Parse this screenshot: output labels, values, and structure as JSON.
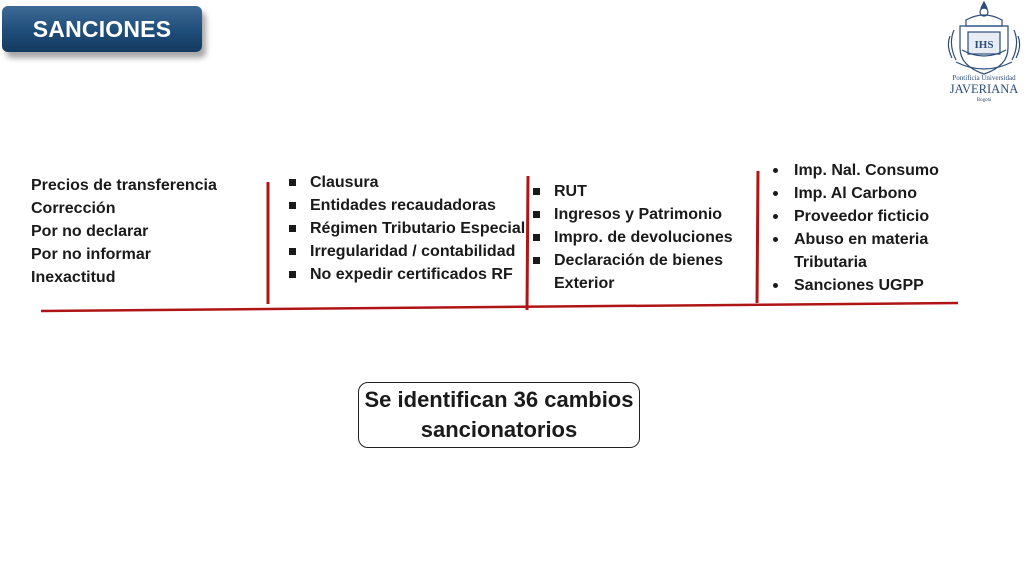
{
  "title": "SANCIONES",
  "logo": {
    "line1": "Pontificia Universidad",
    "line2": "JAVERIANA",
    "line3": "Bogotá",
    "emblem": "IHS"
  },
  "column1": {
    "items": [
      "Precios de transferencia",
      "Corrección",
      "Por no declarar",
      "Por no informar",
      "Inexactitud"
    ]
  },
  "column2": {
    "items": [
      "Clausura",
      "Entidades recaudadoras",
      "Régimen Tributario Especial",
      "Irregularidad / contabilidad",
      "No expedir certificados RF"
    ]
  },
  "column3": {
    "items": [
      "RUT",
      "Ingresos y Patrimonio",
      "Impro.  de devoluciones",
      "Declaración de bienes Exterior"
    ]
  },
  "column4": {
    "items": [
      "Imp. Nal. Consumo",
      "Imp. Al Carbono",
      "Proveedor ficticio",
      "Abuso en materia Tributaria",
      "Sanciones UGPP"
    ]
  },
  "callout": {
    "line1": "Se identifican 36 cambios",
    "line2": "sancionatorios"
  },
  "colors": {
    "title_badge": "#1f4d79",
    "divider": "#b01515",
    "logo": "#2b4d78"
  }
}
